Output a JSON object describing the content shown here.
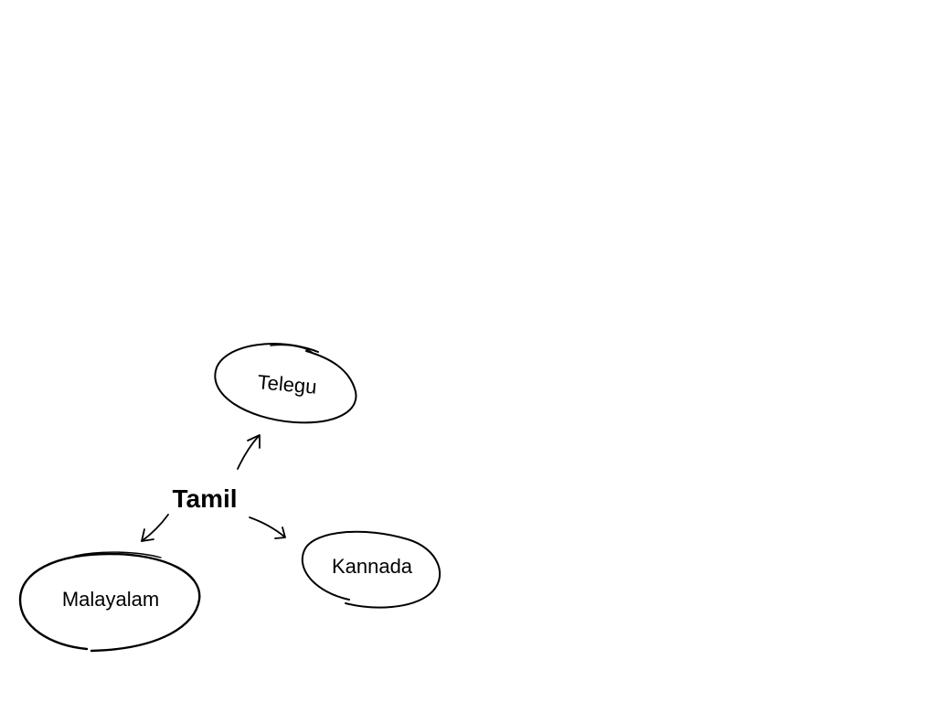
{
  "diagram": {
    "center": {
      "label": "Tamil"
    },
    "nodes": [
      {
        "id": "telegu",
        "label": "Telegu"
      },
      {
        "id": "kannada",
        "label": "Kannada"
      },
      {
        "id": "malayalam",
        "label": "Malayalam"
      }
    ],
    "edges": [
      {
        "from": "center",
        "to": "telegu"
      },
      {
        "from": "center",
        "to": "kannada"
      },
      {
        "from": "center",
        "to": "malayalam"
      }
    ],
    "colors": {
      "ink": "#000000",
      "background": "#ffffff"
    }
  }
}
